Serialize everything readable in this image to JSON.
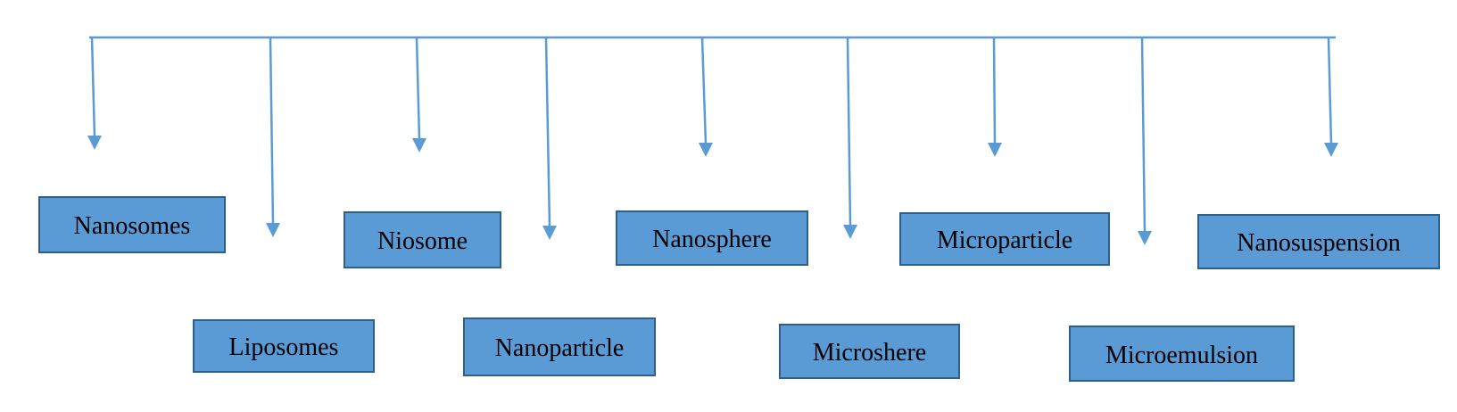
{
  "diagram": {
    "connector_color": "#5b9bd5",
    "box_fill": "#5b9bd5",
    "box_border": "#2f5f8c",
    "nodes": [
      {
        "id": "nanosomes",
        "label": "Nanosomes"
      },
      {
        "id": "liposomes",
        "label": "Liposomes"
      },
      {
        "id": "niosome",
        "label": "Niosome"
      },
      {
        "id": "nanoparticle",
        "label": "Nanoparticle"
      },
      {
        "id": "nanosphere",
        "label": "Nanosphere"
      },
      {
        "id": "microshere",
        "label": "Microshere"
      },
      {
        "id": "microparticle",
        "label": "Microparticle"
      },
      {
        "id": "microemulsion",
        "label": "Microemulsion"
      },
      {
        "id": "nanosuspension",
        "label": "Nanosuspension"
      }
    ]
  }
}
